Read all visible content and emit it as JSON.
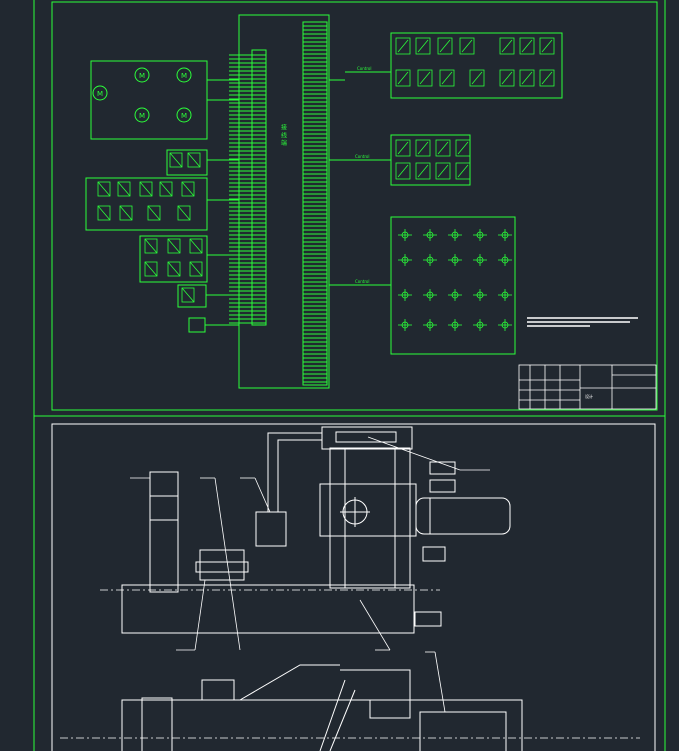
{
  "colors": {
    "background": "#212830",
    "schematic_line": "#2bff3a",
    "frame_line": "#2bff3a",
    "drawing_line": "#ffffff",
    "dim_line": "#ffffff"
  },
  "schematic": {
    "vertical_bus_label": "接 线 端",
    "bus_tag_right_top": "Control",
    "bus_tag_right_mid": "Control",
    "bus_tag_right_bot": "Control"
  },
  "title_block": {
    "top_label": "设计"
  }
}
